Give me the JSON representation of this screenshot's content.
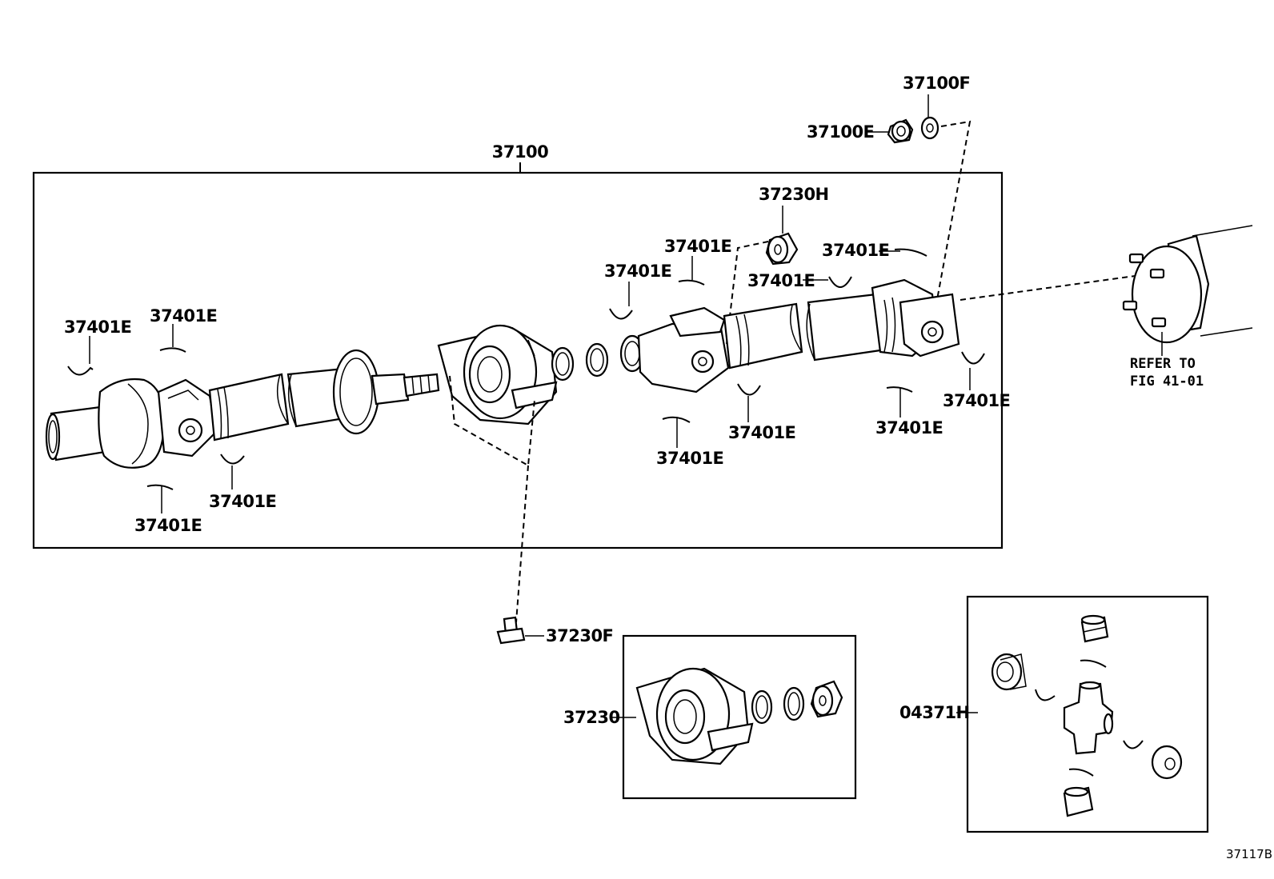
{
  "diagram_code": "37117B",
  "assembly_label": "37100",
  "labels": {
    "nut": "37100E",
    "washer": "37100F",
    "cushion": "37230H",
    "bolt": "37230F",
    "bearing_assy": "37230",
    "spider_kit": "04371H",
    "snap_ring": "37401E"
  },
  "reference": {
    "line1": "REFER TO",
    "line2": "FIG 41-01"
  }
}
